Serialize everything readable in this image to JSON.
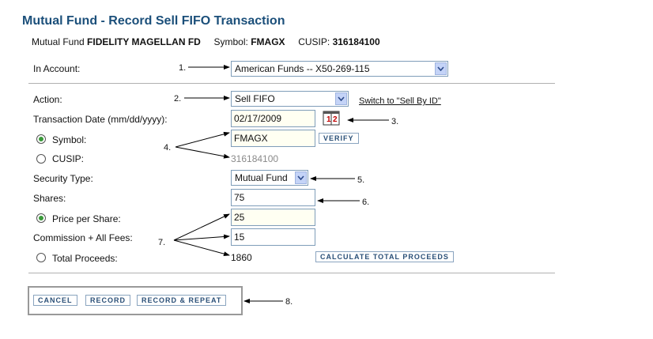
{
  "title": "Mutual Fund - Record Sell FIFO Transaction",
  "info": {
    "fund_label": "Mutual Fund",
    "fund_name": "FIDELITY MAGELLAN FD",
    "symbol_label": "Symbol:",
    "symbol": "FMAGX",
    "cusip_label": "CUSIP:",
    "cusip": "316184100"
  },
  "account": {
    "label": "In Account:",
    "value": "American Funds -- X50-269-115"
  },
  "action": {
    "label": "Action:",
    "value": "Sell FIFO",
    "switch_link": "Switch to \"Sell By ID\""
  },
  "date": {
    "label": "Transaction Date (mm/dd/yyyy):",
    "value": "02/17/2009",
    "calendar_glyph": "12"
  },
  "symbol_row": {
    "label": "Symbol:",
    "value": "FMAGX",
    "verify": "VERIFY",
    "selected": true
  },
  "cusip_row": {
    "label": "CUSIP:",
    "value": "316184100",
    "selected": false
  },
  "security_type": {
    "label": "Security Type:",
    "value": "Mutual Fund"
  },
  "shares": {
    "label": "Shares:",
    "value": "75"
  },
  "price": {
    "label": "Price per Share:",
    "value": "25",
    "selected": true
  },
  "commission": {
    "label": "Commission + All Fees:",
    "value": "15"
  },
  "total": {
    "label": "Total Proceeds:",
    "value": "1860",
    "calculate": "CALCULATE TOTAL PROCEEDS",
    "selected": false
  },
  "buttons": {
    "cancel": "CANCEL",
    "record": "RECORD",
    "record_repeat": "RECORD & REPEAT"
  },
  "annotations": {
    "n1": "1.",
    "n2": "2.",
    "n3": "3.",
    "n4": "4.",
    "n5": "5.",
    "n6": "6.",
    "n7": "7.",
    "n8": "8."
  },
  "colors": {
    "title": "#1b4f7a",
    "button_text": "#2a4f77",
    "radio_on": "#3a9a3a"
  }
}
